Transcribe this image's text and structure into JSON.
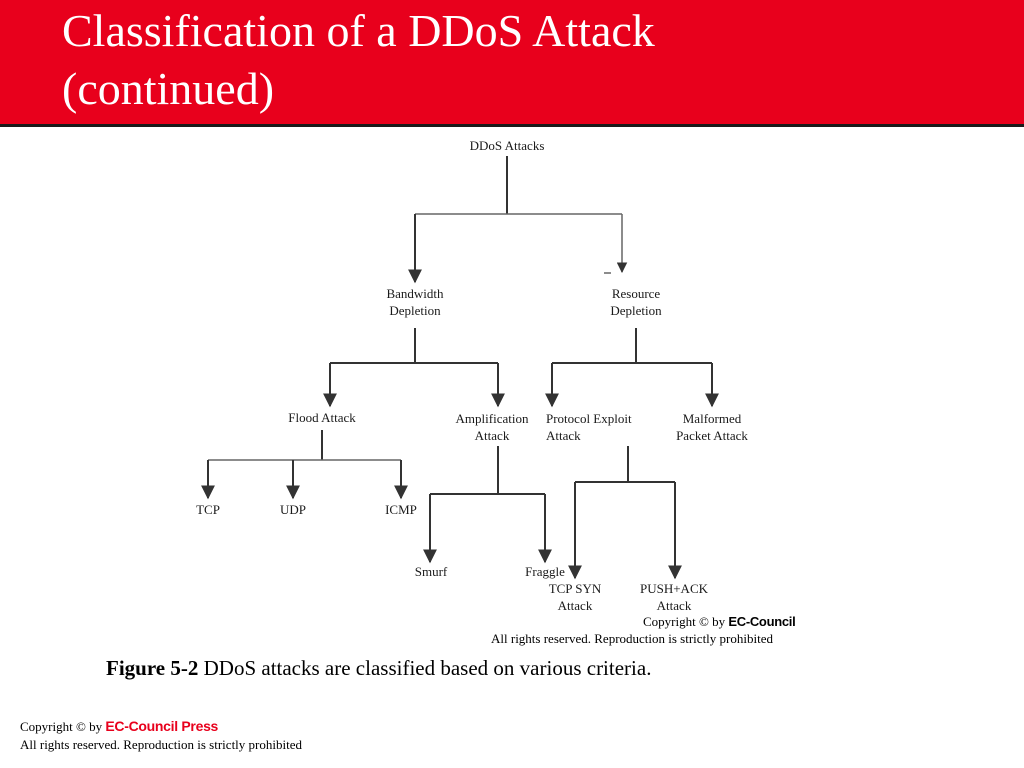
{
  "slide": {
    "title_line1": "Classification of a DDoS Attack",
    "title_line2": "(continued)"
  },
  "diagram": {
    "nodes": {
      "root": "DDoS Attacks",
      "bandwidth_1": "Bandwidth",
      "bandwidth_2": "Depletion",
      "resource_1": "Resource",
      "resource_2": "Depletion",
      "flood": "Flood Attack",
      "amplification_1": "Amplification",
      "amplification_2": "Attack",
      "protocol_1": "Protocol Exploit",
      "protocol_2": "Attack",
      "malformed_1": "Malformed",
      "malformed_2": "Packet Attack",
      "tcp": "TCP",
      "udp": "UDP",
      "icmp": "ICMP",
      "smurf": "Smurf",
      "fraggle": "Fraggle",
      "tcpsyn_1": "TCP SYN",
      "tcpsyn_2": "Attack",
      "pushack_1": "PUSH+ACK",
      "pushack_2": "Attack"
    },
    "copyright_prefix": "Copyright © by",
    "copyright_brand": "EC-Council",
    "copyright_rights": "All rights reserved. Reproduction is strictly prohibited"
  },
  "caption": {
    "label": "Figure 5-2",
    "text": " DDoS attacks are classified based on various criteria."
  },
  "footer": {
    "prefix": "Copyright © by ",
    "brand": "EC-Council Press",
    "rights": "All rights reserved. Reproduction is strictly prohibited"
  },
  "colors": {
    "header_bg": "#e8001c",
    "brand_red": "#e8001c"
  }
}
